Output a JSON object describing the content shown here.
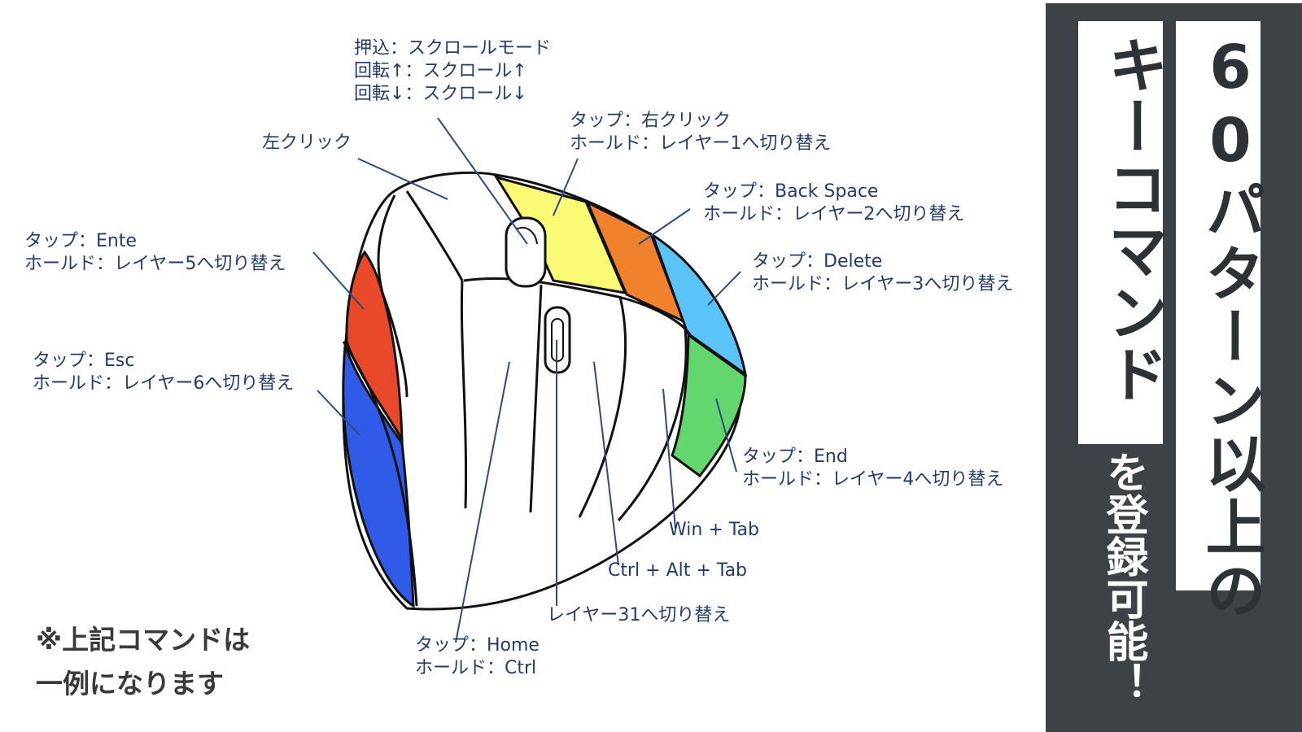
{
  "labels": {
    "wheel": [
      "押込：スクロールモード",
      "回転↑：スクロール↑",
      "回転↓：スクロール↓"
    ],
    "left_click": "左クリック",
    "right_tap": [
      "タップ：右クリック",
      "ホールド：レイヤー1へ切り替え"
    ],
    "backspace": [
      "タップ：Back Space",
      "ホールド：レイヤー2へ切り替え"
    ],
    "delete": [
      "タップ：Delete",
      "ホールド：レイヤー3へ切り替え"
    ],
    "end": [
      "タップ：End",
      "ホールド：レイヤー4へ切り替え"
    ],
    "enter": [
      "タップ：Ente",
      "ホールド：レイヤー5へ切り替え"
    ],
    "esc": [
      "タップ：Esc",
      "ホールド：レイヤー6へ切り替え"
    ],
    "win_tab": "Win + Tab",
    "ctrl_alt_tab": "Ctrl + Alt + Tab",
    "layer31": "レイヤー31へ切り替え",
    "home": [
      "タップ：Home",
      "ホールド：Ctrl"
    ]
  },
  "note": [
    "※上記コマンドは",
    "一例になります"
  ],
  "banner": {
    "line1": "キーコマンド",
    "line2": "60パターン以上の",
    "sub": "を登録可能！"
  },
  "colors": {
    "yellow": "#fafa75",
    "orange": "#f0822d",
    "light_blue": "#5ac3f7",
    "green": "#64d66e",
    "red": "#e8492a",
    "blue": "#2f5be8",
    "label": "#223c6e",
    "leader": "#2b4a86",
    "banner_bg": "#3c4246"
  }
}
